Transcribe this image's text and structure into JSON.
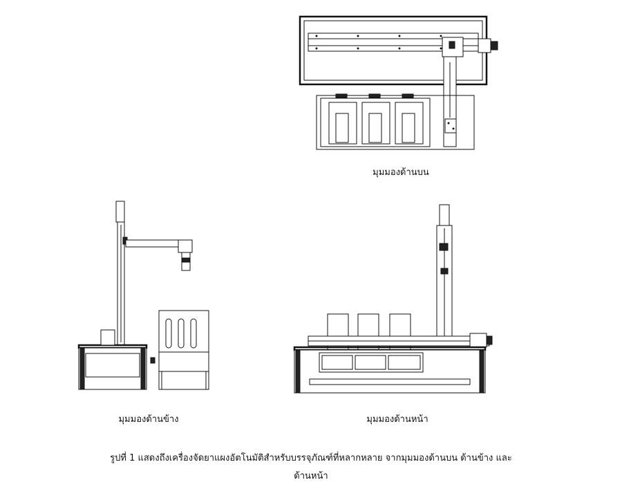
{
  "views": {
    "top_label": "มุมมองด้านบน",
    "side_label": "มุมมองด้านข้าง",
    "front_label": "มุมมองด้านหน้า"
  },
  "caption": {
    "line1": "รูปที่ 1 แสดงถึงเครื่องจัดยาแผงอัตโนมัติสำหรับบรรจุภัณฑ์ที่หลากหลาย จากมุมมองด้านบน ด้านข้าง และ",
    "line2": "ด้านหน้า"
  }
}
